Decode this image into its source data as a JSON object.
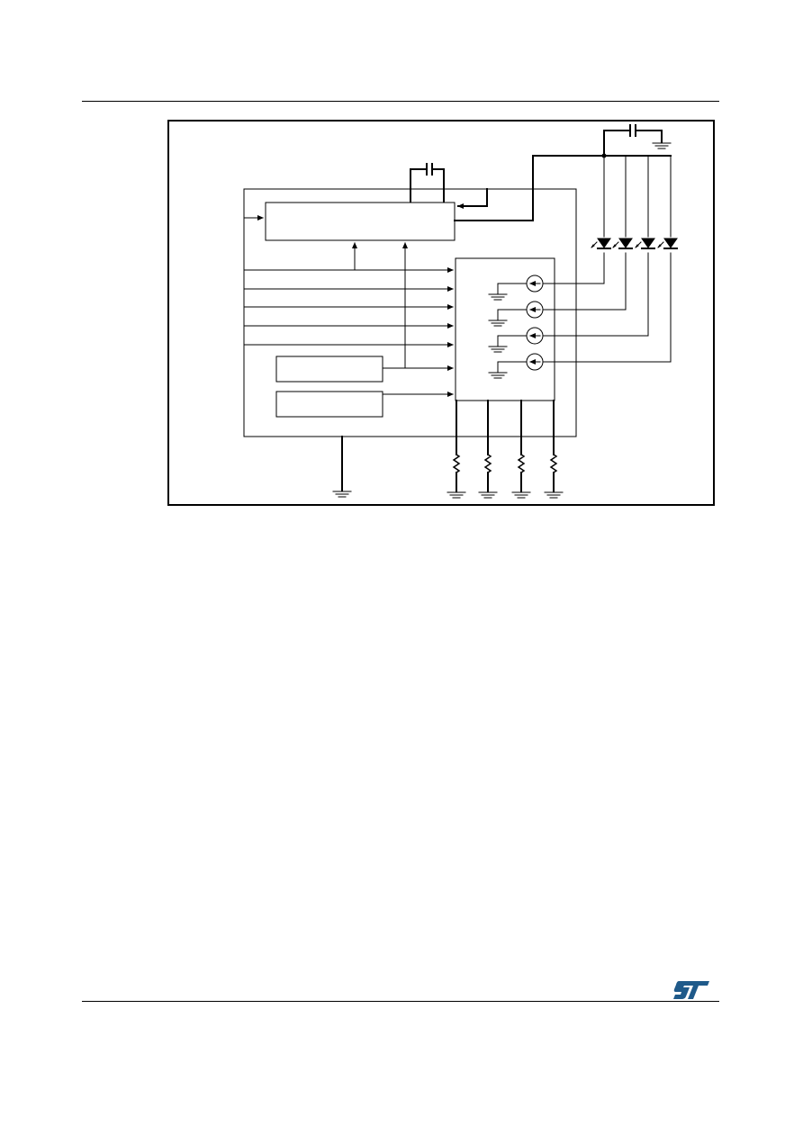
{
  "page": {
    "header_rule": true,
    "footer_rule": true
  },
  "colors": {
    "ink": "#000000",
    "logo": "#1f5a8a",
    "background": "#ffffff"
  },
  "icons": {
    "footer_logo": "st-logo-icon"
  },
  "diagram": {
    "driver_channels": 4,
    "led_count": 4,
    "input_lines": 5,
    "internal_blocks": 3,
    "text_labels": []
  }
}
